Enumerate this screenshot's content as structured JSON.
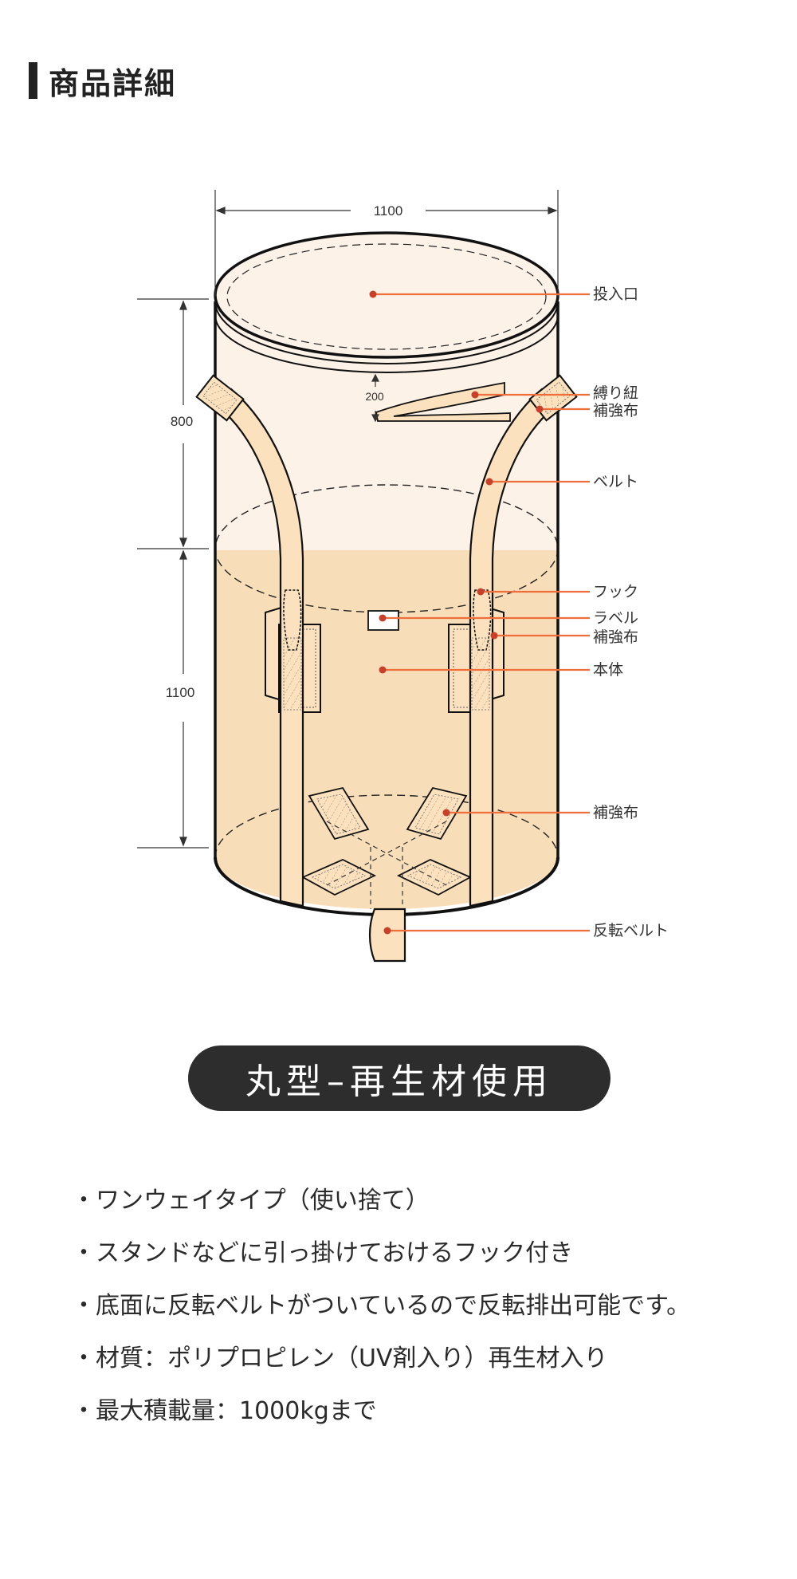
{
  "section": {
    "title": "商品詳細"
  },
  "diagram": {
    "dimensions": {
      "width": "1100",
      "upper_height": "800",
      "lower_height": "1100",
      "tie_offset": "200"
    },
    "labels": {
      "inlet": "投入口",
      "tie_string": "縛り紐",
      "reinforcement_top": "補強布",
      "belt": "ベルト",
      "hook": "フック",
      "label": "ラベル",
      "reinforcement_mid": "補強布",
      "body": "本体",
      "reinforcement_bottom": "補強布",
      "reverse_belt": "反転ベルト"
    },
    "colors": {
      "upper": "#fdf2e7",
      "lower": "#f8deb8",
      "belt": "#fbe1bd",
      "leader": "#ef6f3c",
      "dot": "#c9402a",
      "outline": "#111111"
    }
  },
  "badge": {
    "text": "丸型–再生材使用"
  },
  "features": [
    "ワンウェイタイプ（使い捨て）",
    "スタンドなどに引っ掛けておけるフック付き",
    "底面に反転ベルトがついているので反転排出可能です。",
    "材質：ポリプロピレン（UV剤入り）再生材入り",
    "最大積載量：1000kgまで"
  ]
}
